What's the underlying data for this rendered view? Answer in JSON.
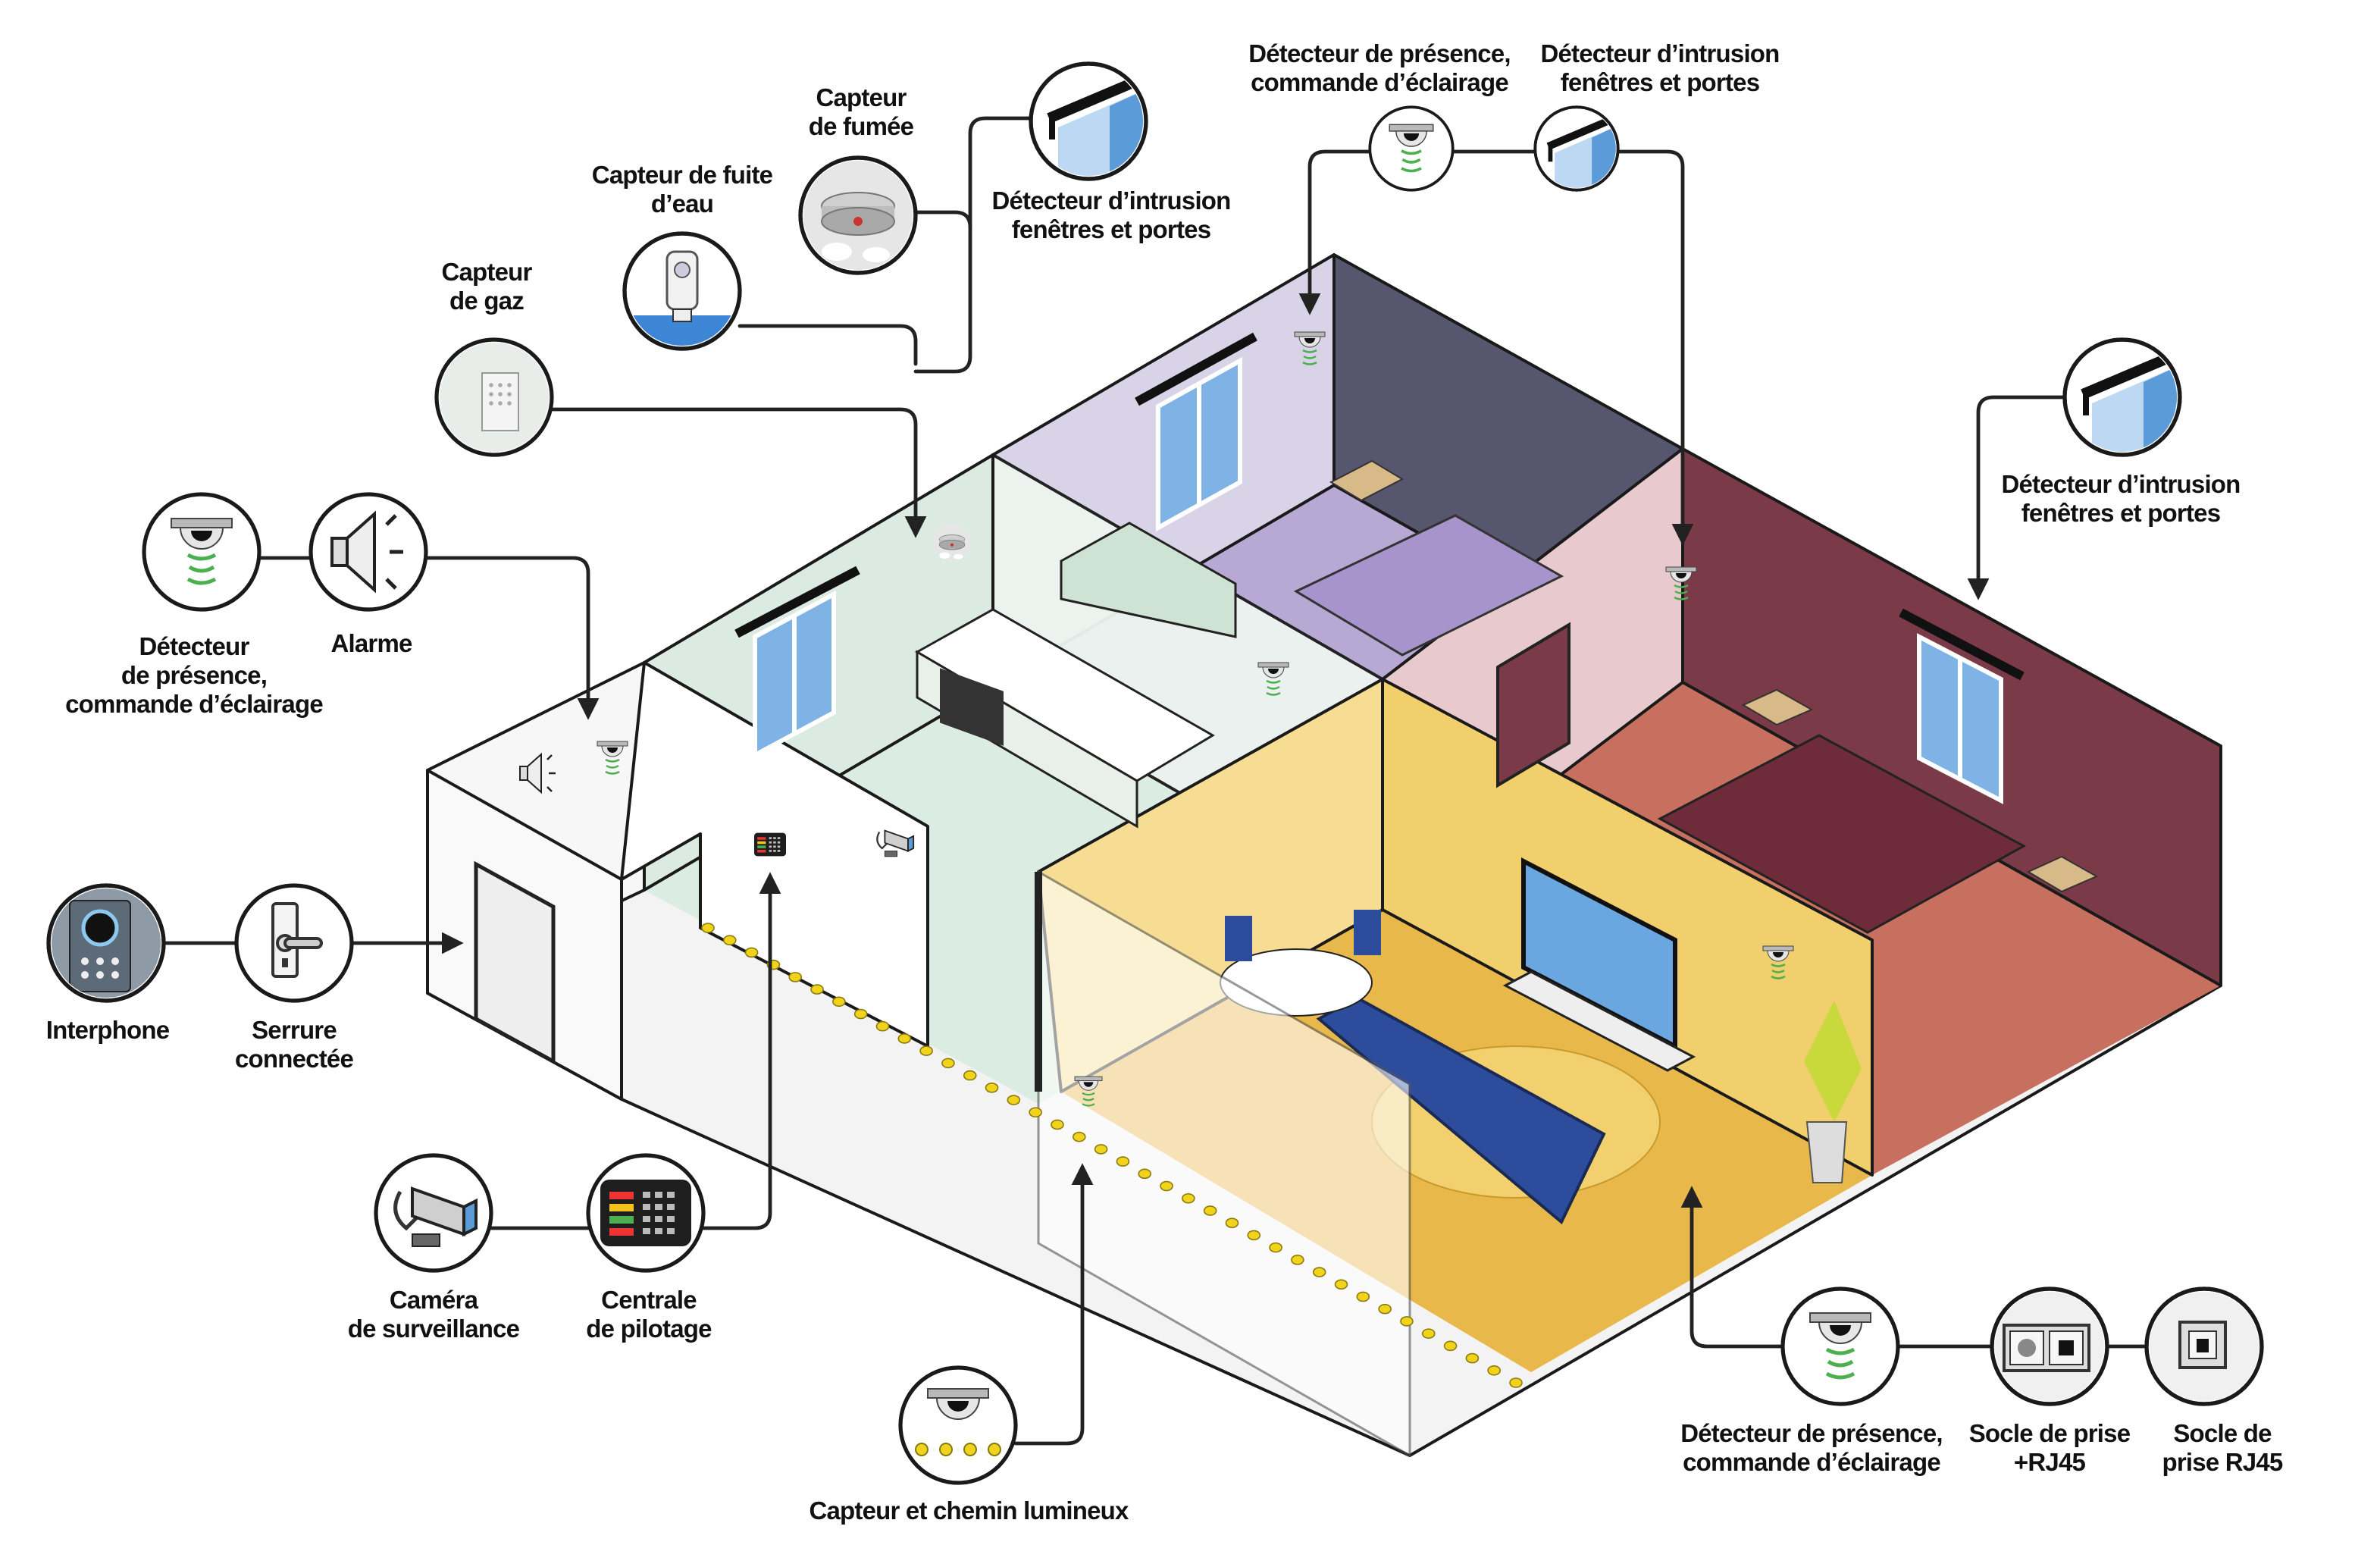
{
  "labels": {
    "smoke_sensor": [
      "Capteur",
      "de fumée"
    ],
    "water_leak_sensor": [
      "Capteur de fuite",
      "d’eau"
    ],
    "gas_sensor": [
      "Capteur",
      "de gaz"
    ],
    "intrusion_kitchen": [
      "Détecteur d’intrusion",
      "fenêtres et portes"
    ],
    "presence_bedroom1": [
      "Détecteur de présence,",
      "commande d’éclairage"
    ],
    "intrusion_bedroom1": [
      "Détecteur d’intrusion",
      "fenêtres et portes"
    ],
    "intrusion_bedroom2": [
      "Détecteur d’intrusion",
      "fenêtres et portes"
    ],
    "presence_entry": [
      "Détecteur",
      "de présence,",
      "commande d’éclairage"
    ],
    "alarm": [
      "Alarme"
    ],
    "intercom": [
      "Interphone"
    ],
    "smart_lock": [
      "Serrure",
      "connectée"
    ],
    "camera": [
      "Caméra",
      "de surveillance"
    ],
    "control_panel": [
      "Centrale",
      "de pilotage"
    ],
    "path_light": [
      "Capteur et chemin lumineux"
    ],
    "presence_living": [
      "Détecteur de présence,",
      "commande d’éclairage"
    ],
    "socket_rj45_combo": [
      "Socle de prise",
      "+RJ45"
    ],
    "socket_rj45": [
      "Socle de",
      "prise RJ45"
    ]
  },
  "icons": [
    "smoke-detector",
    "water-leak-sensor",
    "gas-sensor",
    "window-intrusion-sensor",
    "presence-detector",
    "alarm-siren",
    "intercom",
    "smart-lock",
    "surveillance-camera",
    "control-panel",
    "path-light",
    "power-rj45-socket",
    "rj45-socket"
  ],
  "colors": {
    "living_floor": "#e9b84a",
    "living_wall": "#f6dd93",
    "bedroom1_wall": "#56566f",
    "bedroom1_floor": "#b8a8d4",
    "bedroom2_wall": "#7a3a47",
    "bedroom2_floor": "#c8705f",
    "kitchen_wall": "#dcebe2",
    "window_glass": "#7fb2e5",
    "sensor_wave": "#4caf50",
    "path_light": "#f2d31c"
  }
}
